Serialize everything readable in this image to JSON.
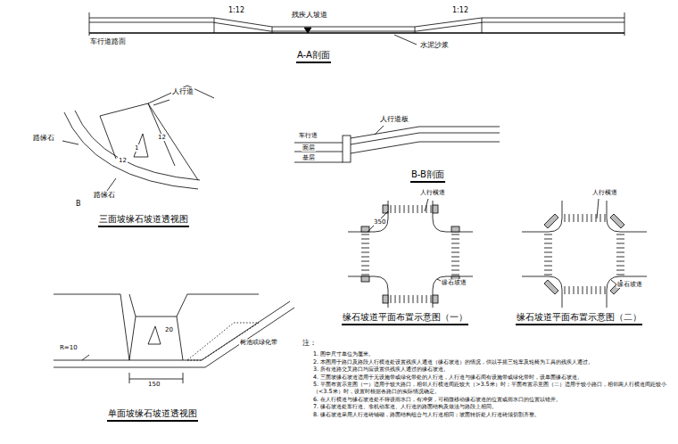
{
  "diagram": {
    "labels": [
      "1:12",
      "残疾人坡道",
      "1:12",
      "车行道路面",
      "水泥沙浆",
      "A-A剖面",
      "人行道",
      "路缘石",
      "12",
      "1",
      "12",
      "路缘石",
      "B",
      "三面坡缘石坡道透视图",
      "人行道板",
      "车行道",
      "面层",
      "基层",
      "B-B剖面",
      "人行横道",
      "350",
      "缘石坡道",
      "缘石坡道平面布置示意图（一）",
      "人行横道",
      "缘石坡道",
      "缘石坡道平面布置示意图（二）",
      "R=10",
      "20",
      "150",
      "树池或绿化带",
      "单面坡缘石坡道透视图",
      "注：",
      "1. 图中尺寸单位为厘米。",
      "2. 本图用于路口及路段人行横道处设置残疾人通道（缘石坡道）的情况，供以手摇三轮车及轮椅为工具的残疾人通过。",
      "3. 所有道路交叉路口均应设置供残疾人通过的缘石坡道。",
      "4. 三面坡缘石坡道适用于无设施带或绿化带处的人行道，人行道与缘石间有设施带或绿化带时，设单面缘石坡道。",
      "5. 平面布置示意图（一）适用于较大路口，相邻人行横道间距较大（>3.5米）时；平面布置示意图（二）适用于较小路口，相邻两人行横道间距较小（<3.5米）时，设置时根据各路口的实际情况确定。",
      "6. 在人行横道与缘石坡道处不得设雨水口，有冲突，可稍微移动缘石坡道的位置或雨水口的位置以错开。",
      "7. 缘石坡道处车行道、非机动车道、人行道的路面结构及做法与路段上相同。",
      "8. 缘石坡道采用人行道砖铺砌，路面结构组合与人行道相同；坡面转折处人行道砖须切割齐整。"
    ]
  }
}
